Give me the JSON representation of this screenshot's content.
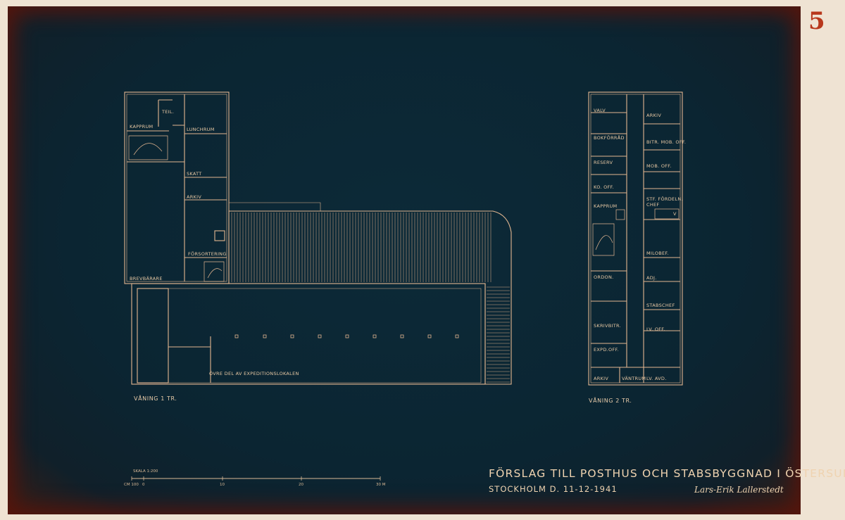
{
  "sheet_number": "5",
  "title": "FÖRSLAG TILL POSTHUS OCH STABSBYGGNAD I ÖSTERSUND",
  "place_date": "STOCKHOLM  D. 11-12-1941",
  "signature": "Lars-Erik Lallerstedt",
  "floor1": {
    "caption": "VÅNING 1 TR.",
    "rooms": [
      "TEIL.",
      "KAPPRUM",
      "LUNCHRUM",
      "SKATT",
      "ARKIV",
      "FÖRSORTERING",
      "BREVBÄRARE",
      "ÖVRE DEL AV EXPEDITIONSLOKALEN"
    ]
  },
  "floor2": {
    "caption": "VÅNING 2 TR.",
    "rooms_left": [
      "VALV",
      "BOKFÖRRÅD",
      "RESERV",
      "KO. OFF.",
      "KAPPRUM",
      "ORDON.",
      "SKRIVBITR.",
      "EXPD.OFF.",
      "ARKIV"
    ],
    "rooms_right": [
      "ARKIV",
      "BITR. MOB. OFF.",
      "MOB. OFF.",
      "STF. FÖRDELN.",
      "CHEF",
      "MILOBEF.",
      "ADJ.",
      "STABSCHEF",
      "LV. OFF.",
      "LV. AVD."
    ],
    "rooms_bottom": [
      "VÄNTRUM"
    ],
    "wc_mark": "V"
  },
  "scale": {
    "label": "SKALA   1:200",
    "ticks": [
      "CM 100",
      "0",
      "10",
      "20",
      "30 M"
    ]
  }
}
